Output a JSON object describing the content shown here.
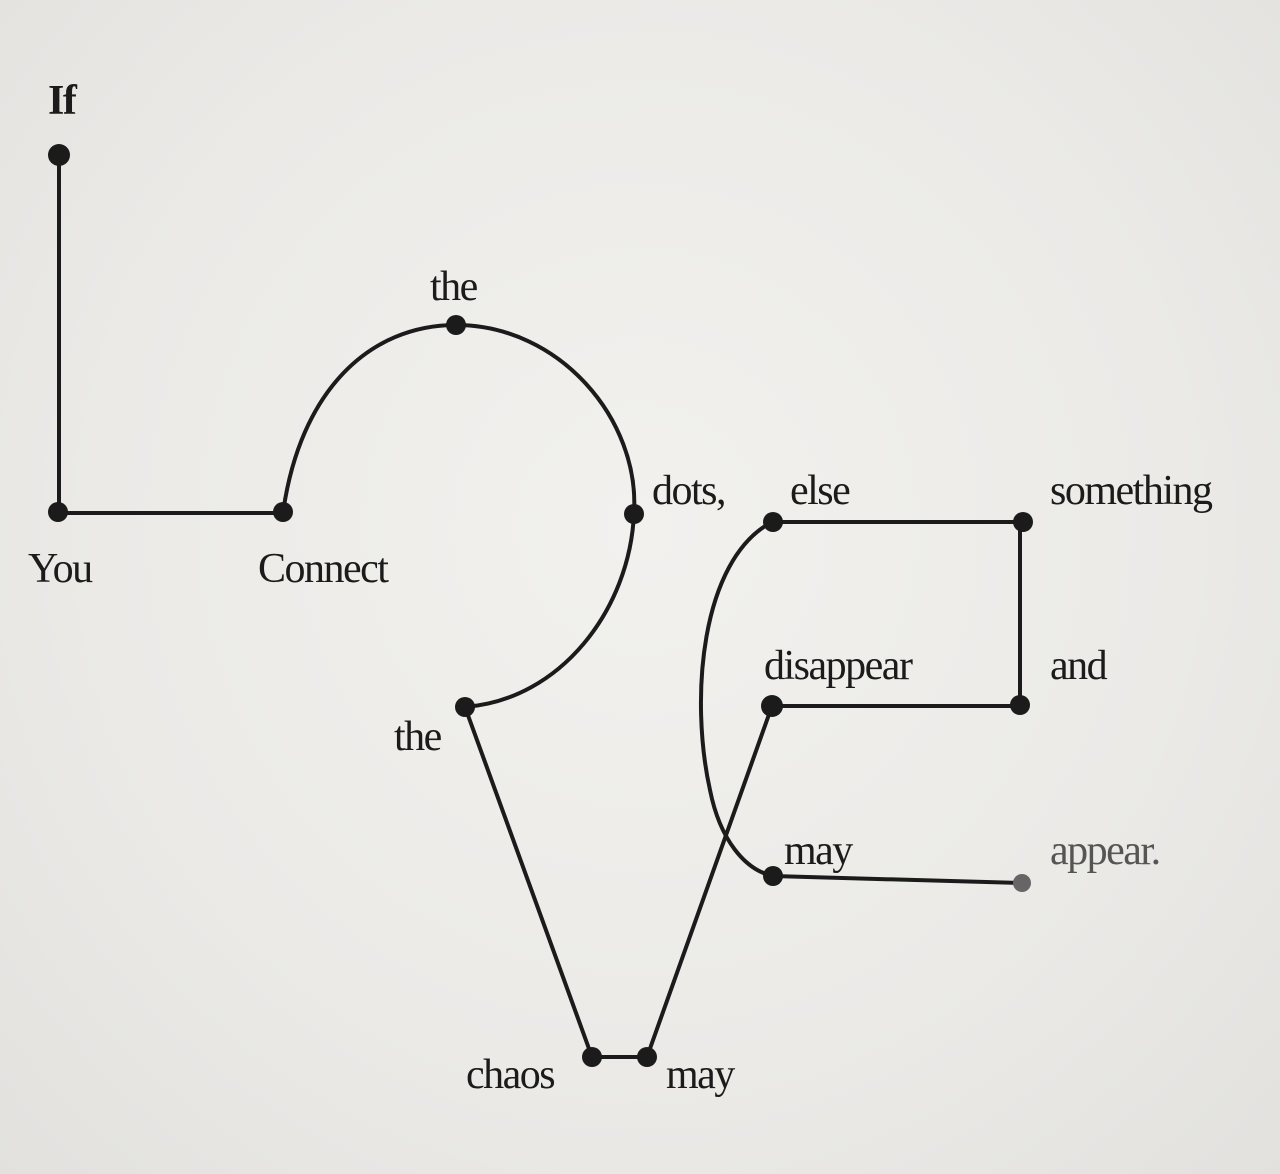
{
  "diagram": {
    "words": {
      "if": "If",
      "you": "You",
      "connect": "Connect",
      "the_top": "the",
      "dots": "dots,",
      "else": "else",
      "something": "something",
      "disappear": "disappear",
      "and": "and",
      "the_mid": "the",
      "may_right": "may",
      "appear": "appear.",
      "chaos": "chaos",
      "may_bottom": "may"
    },
    "colors": {
      "ink": "#1b1b1b",
      "paper": "#ecebe8",
      "faded": "#777777"
    }
  }
}
